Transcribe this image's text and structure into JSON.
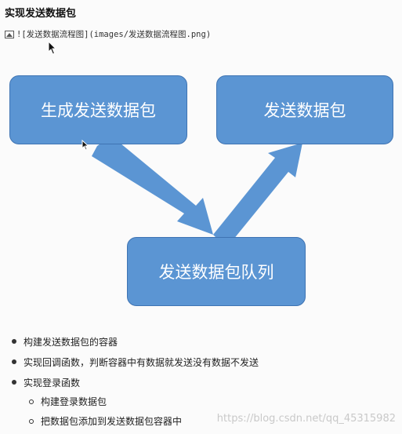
{
  "heading": "实现发送数据包",
  "markdown_line": "![发送数据流程图](images/发送数据流程图.png)",
  "diagram": {
    "box_generate": "生成发送数据包",
    "box_send": "发送数据包",
    "box_queue": "发送数据包队列",
    "box_color": "#5b95d3",
    "arrow_color": "#5b95d3"
  },
  "list": {
    "items": [
      "构建发送数据包的容器",
      "实现回调函数，判断容器中有数据就发送没有数据不发送",
      "实现登录函数"
    ],
    "subitems": [
      "构建登录数据包",
      "把数据包添加到发送数据包容器中"
    ]
  },
  "watermark": "https://blog.csdn.net/qq_45315982"
}
